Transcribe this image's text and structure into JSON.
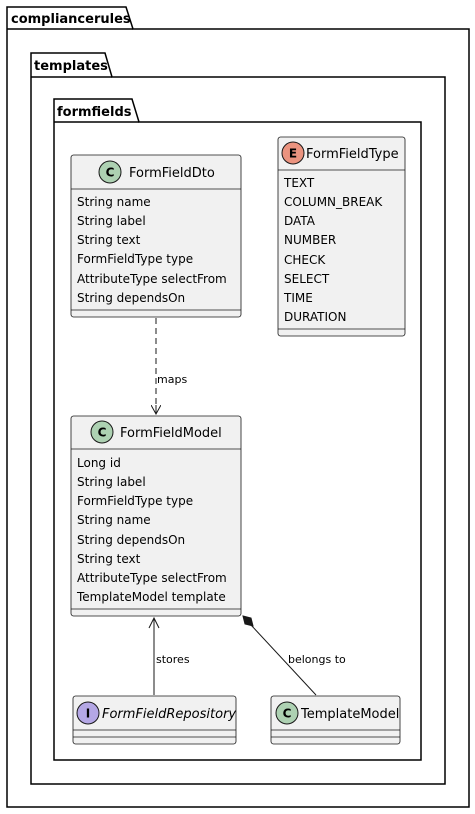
{
  "packages": {
    "outer": "compliancerules",
    "middle": "templates",
    "inner": "formfields"
  },
  "classes": {
    "dto": {
      "stereotype": "C",
      "name": "FormFieldDto",
      "attributes": [
        "String name",
        "String label",
        "String text",
        "FormFieldType type",
        "AttributeType selectFrom",
        "String dependsOn"
      ]
    },
    "type_enum": {
      "stereotype": "E",
      "name": "FormFieldType",
      "values": [
        "TEXT",
        "COLUMN_BREAK",
        "DATA",
        "NUMBER",
        "CHECK",
        "SELECT",
        "TIME",
        "DURATION"
      ]
    },
    "model": {
      "stereotype": "C",
      "name": "FormFieldModel",
      "attributes": [
        "Long id",
        "String label",
        "FormFieldType type",
        "String name",
        "String dependsOn",
        "String text",
        "AttributeType selectFrom",
        "TemplateModel template"
      ]
    },
    "repository": {
      "stereotype": "I",
      "name": "FormFieldRepository"
    },
    "template": {
      "stereotype": "C",
      "name": "TemplateModel"
    }
  },
  "relations": {
    "maps": "maps",
    "stores": "stores",
    "belongs_to": "belongs to"
  },
  "colors": {
    "class_badge": "#ADD1B2",
    "enum_badge": "#EB937F",
    "interface_badge": "#B4A7E5",
    "box_fill": "#F1F1F1",
    "border": "#181818"
  }
}
